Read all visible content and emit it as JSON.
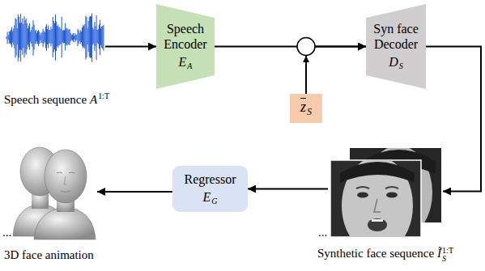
{
  "diagram": {
    "nodes": [
      {
        "text": [
          "Speech sequence",
          "A",
          "1:T"
        ]
      },
      {
        "text": [
          "Speech Encoder",
          "E",
          "A"
        ]
      },
      {
        "text": [
          "z",
          "S"
        ]
      },
      {
        "text": [
          "Syn face Decoder",
          "D",
          "S"
        ]
      },
      {
        "text": [
          "Synthetic face sequence",
          "Ĩ",
          "S",
          "1:T"
        ]
      },
      {
        "text": [
          "Regressor",
          "E",
          "G"
        ]
      },
      {
        "text": [
          "3D face animation"
        ]
      }
    ],
    "edges": [
      {
        "from": 0,
        "to": 1,
        "arrow": "to"
      },
      {
        "from": 1,
        "to": 3,
        "arrow": "to"
      },
      {
        "from": 2,
        "to": 3,
        "arrow": "to"
      },
      {
        "from": 3,
        "to": 4,
        "arrow": "to"
      },
      {
        "from": 4,
        "to": 5,
        "arrow": "to"
      },
      {
        "from": 5,
        "to": 6,
        "arrow": "to"
      }
    ],
    "labels": [
      "...",
      "..."
    ]
  }
}
